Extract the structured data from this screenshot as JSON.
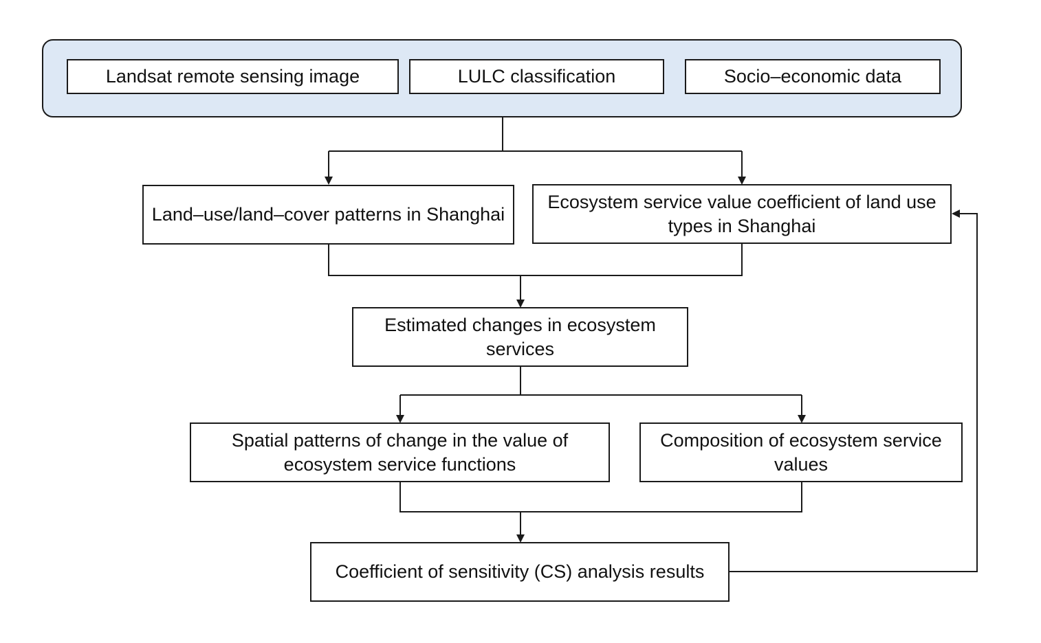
{
  "inputs": {
    "landsat": "Landsat remote sensing image",
    "lulc": "LULC classification",
    "socio": "Socio–economic data"
  },
  "nodes": {
    "lulc_patterns": "Land–use/land–cover patterns in Shanghai",
    "esv_coefficient": "Ecosystem service value coefficient of land use types in Shanghai",
    "estimated_changes": "Estimated changes in ecosystem services",
    "spatial_patterns": "Spatial patterns of change in the value of ecosystem service functions",
    "composition": "Composition of ecosystem service values",
    "cs_analysis": "Coefficient of sensitivity (CS) analysis results"
  },
  "colors": {
    "group_fill": "#dde8f5",
    "stroke": "#1a1a1a"
  }
}
